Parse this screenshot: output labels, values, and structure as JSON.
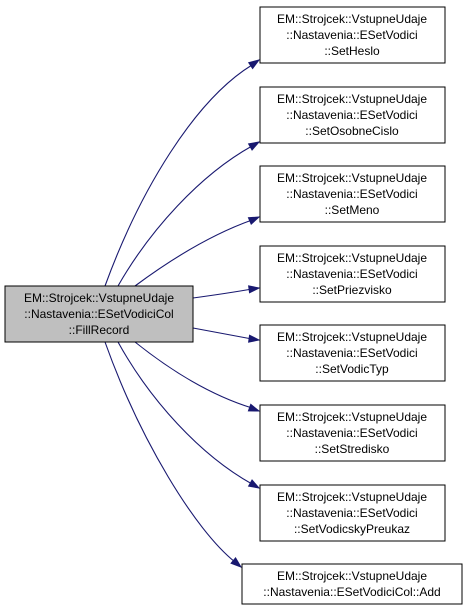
{
  "colors": {
    "edge": "#191970",
    "source_fill": "#bfbfbf",
    "node_fill": "#ffffff",
    "border": "#000000"
  },
  "source": {
    "lines": [
      "EM::Strojcek::VstupneUdaje",
      "::Nastavenia::ESetVodiciCol",
      "::FillRecord"
    ]
  },
  "targets": [
    {
      "lines": [
        "EM::Strojcek::VstupneUdaje",
        "::Nastavenia::ESetVodici",
        "::SetHeslo"
      ]
    },
    {
      "lines": [
        "EM::Strojcek::VstupneUdaje",
        "::Nastavenia::ESetVodici",
        "::SetOsobneCislo"
      ]
    },
    {
      "lines": [
        "EM::Strojcek::VstupneUdaje",
        "::Nastavenia::ESetVodici",
        "::SetMeno"
      ]
    },
    {
      "lines": [
        "EM::Strojcek::VstupneUdaje",
        "::Nastavenia::ESetVodici",
        "::SetPriezvisko"
      ]
    },
    {
      "lines": [
        "EM::Strojcek::VstupneUdaje",
        "::Nastavenia::ESetVodici",
        "::SetVodicTyp"
      ]
    },
    {
      "lines": [
        "EM::Strojcek::VstupneUdaje",
        "::Nastavenia::ESetVodici",
        "::SetStredisko"
      ]
    },
    {
      "lines": [
        "EM::Strojcek::VstupneUdaje",
        "::Nastavenia::ESetVodici",
        "::SetVodicskyPreukaz"
      ]
    },
    {
      "lines": [
        "EM::Strojcek::VstupneUdaje",
        "::Nastavenia::ESetVodiciCol::Add"
      ]
    }
  ]
}
